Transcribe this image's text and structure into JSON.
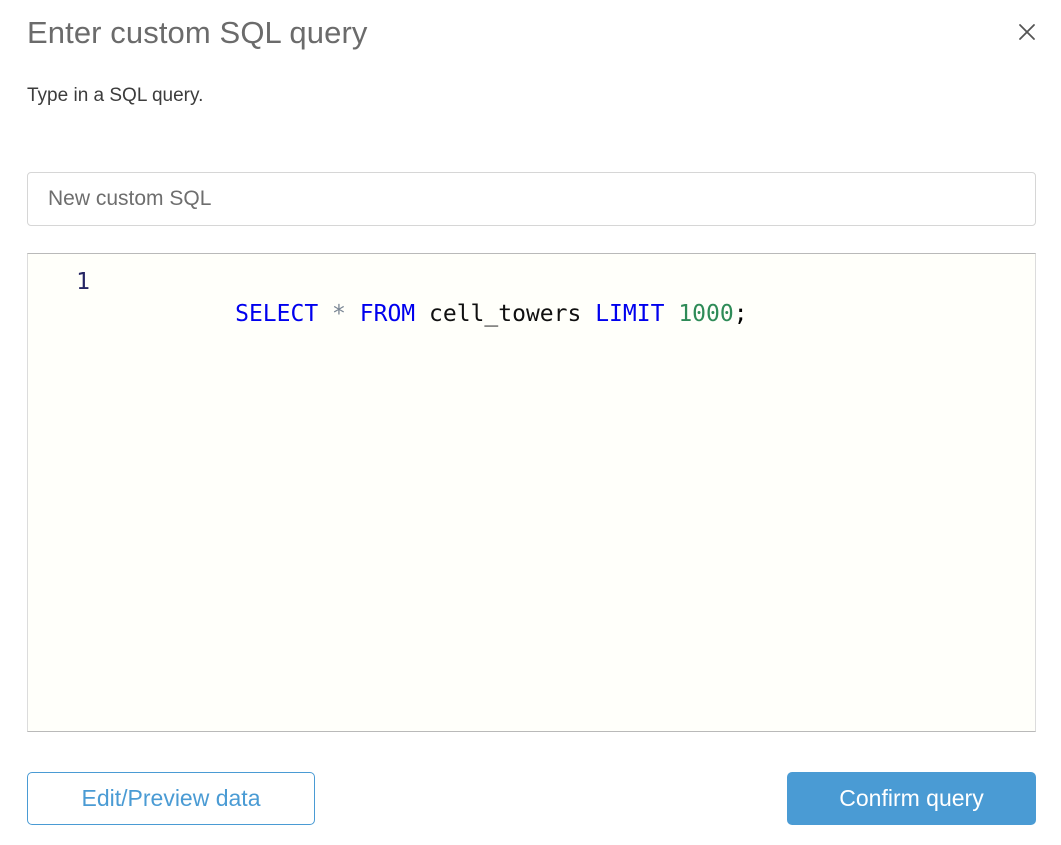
{
  "dialog": {
    "title": "Enter custom SQL query",
    "subtitle": "Type in a SQL query.",
    "close_icon": "close-icon"
  },
  "name_field": {
    "value": "",
    "placeholder": "New custom SQL"
  },
  "editor": {
    "line_numbers": [
      "1"
    ],
    "query_text": "SELECT * FROM cell_towers LIMIT 1000;",
    "tokens": [
      {
        "text": "SELECT",
        "type": "keyword"
      },
      {
        "text": " ",
        "type": "space"
      },
      {
        "text": "*",
        "type": "star"
      },
      {
        "text": " ",
        "type": "space"
      },
      {
        "text": "FROM",
        "type": "keyword"
      },
      {
        "text": " ",
        "type": "space"
      },
      {
        "text": "cell_towers",
        "type": "identifier"
      },
      {
        "text": " ",
        "type": "space"
      },
      {
        "text": "LIMIT",
        "type": "keyword"
      },
      {
        "text": " ",
        "type": "space"
      },
      {
        "text": "1000",
        "type": "number"
      },
      {
        "text": ";",
        "type": "punctuation"
      }
    ]
  },
  "footer": {
    "secondary_label": "Edit/Preview data",
    "primary_label": "Confirm query"
  },
  "colors": {
    "accent": "#4a9bd4",
    "keyword": "#0000ee",
    "number": "#2e8b57",
    "star": "#7a8694",
    "line_number": "#252563",
    "title": "#6b6b6b",
    "editor_bg": "#fffffa"
  }
}
